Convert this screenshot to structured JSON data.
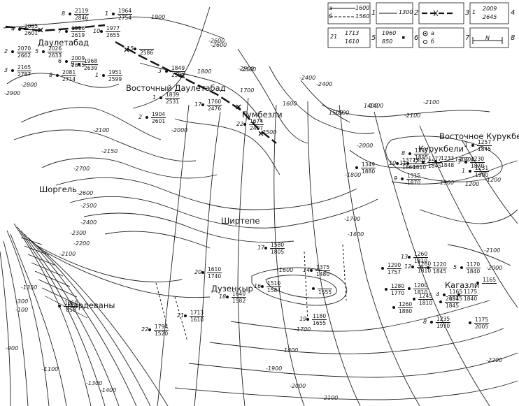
{
  "places": {
    "dauletabad": "Даулетабад",
    "east_dauletabad": "Восточный Даулетабад",
    "gumbezli": "Гумбезли",
    "east_kurukbeli": "Восточное Курукбели",
    "kurukbeli": "Курукбели",
    "shorgel": "Шоргель",
    "shirtepe": "Ширтепе",
    "duzenkyr": "Дузенкыр",
    "nardevany": "Нардеваны",
    "kagazli": "Кагазли"
  },
  "isolines": [
    {
      "id": "m2800",
      "text": "-2800"
    },
    {
      "id": "m2900",
      "text": "-2900"
    },
    {
      "id": "m2600a",
      "text": "-2600"
    },
    {
      "id": "m2500a",
      "text": "-2500"
    },
    {
      "id": "m2400a",
      "text": "-2400"
    },
    {
      "id": "m2100a",
      "text": "-2100"
    },
    {
      "id": "m2150",
      "text": "-2150"
    },
    {
      "id": "m2000a",
      "text": "-2000"
    },
    {
      "id": "m2500b",
      "text": "-2500"
    },
    {
      "id": "m2700",
      "text": "-2700"
    },
    {
      "id": "m2600b",
      "text": "-2600"
    },
    {
      "id": "m2500c",
      "text": "-2500"
    },
    {
      "id": "m2400b",
      "text": "-2400"
    },
    {
      "id": "m2300",
      "text": "-2300"
    },
    {
      "id": "m2200",
      "text": "-2200"
    },
    {
      "id": "m2100b",
      "text": "-2100"
    },
    {
      "id": "m1600",
      "text": "-1600"
    },
    {
      "id": "m1700",
      "text": "-1700"
    },
    {
      "id": "m1800",
      "text": "-1800"
    },
    {
      "id": "m1900",
      "text": "-1900"
    },
    {
      "id": "m2000b",
      "text": "-2000"
    },
    {
      "id": "m2100c",
      "text": "-2100"
    },
    {
      "id": "m2200b",
      "text": "-2200"
    },
    {
      "id": "m2100d",
      "text": "-2100"
    },
    {
      "id": "m2000c",
      "text": "-2000"
    },
    {
      "id": "m1900b",
      "text": "-1900"
    },
    {
      "id": "m1800b",
      "text": "-1800"
    },
    {
      "id": "m1700b",
      "text": "-1700"
    },
    {
      "id": "m1600b",
      "text": "-1600"
    },
    {
      "id": "m1500",
      "text": "-1500"
    },
    {
      "id": "m1400",
      "text": "-1400"
    },
    {
      "id": "m1300",
      "text": "-1300"
    },
    {
      "id": "m1200",
      "text": "-1200"
    },
    {
      "id": "m2100e",
      "text": "-2100"
    },
    {
      "id": "m1350",
      "text": "-1350"
    },
    {
      "id": "m300",
      "text": "-300"
    },
    {
      "id": "m100",
      "text": "-100"
    },
    {
      "id": "m900",
      "text": "-900"
    },
    {
      "id": "m1100",
      "text": "-1100"
    },
    {
      "id": "m1300b",
      "text": "-1300"
    },
    {
      "id": "m1400b",
      "text": "-1400"
    },
    {
      "id": "v1900",
      "text": "1900"
    },
    {
      "id": "v1800",
      "text": "1800"
    },
    {
      "id": "v1700",
      "text": "1700"
    },
    {
      "id": "v1600",
      "text": "1600"
    },
    {
      "id": "v1500",
      "text": "1500"
    },
    {
      "id": "v1400",
      "text": "1400"
    },
    {
      "id": "v1300",
      "text": "1300"
    },
    {
      "id": "v1200",
      "text": "1200"
    },
    {
      "id": "v2100",
      "text": "-2100"
    },
    {
      "id": "v2000",
      "text": "-2000"
    },
    {
      "id": "v2400",
      "text": "-2400"
    },
    {
      "id": "v2600",
      "text": "-2600"
    },
    {
      "id": "v2500",
      "text": "-2500"
    }
  ],
  "wells": [
    {
      "id": "w8",
      "num": "8",
      "top": "2119",
      "bot": "2846"
    },
    {
      "id": "w1a",
      "num": "1",
      "top": "1964",
      "bot": "2754"
    },
    {
      "id": "w4",
      "num": "4",
      "top": "2085",
      "bot": "2601"
    },
    {
      "id": "w7",
      "num": "7",
      "top": "1916",
      "bot": "2619"
    },
    {
      "id": "w10",
      "num": "10",
      "top": "1977",
      "bot": "2655"
    },
    {
      "id": "w2a",
      "num": "2",
      "top": "2070",
      "bot": "2662"
    },
    {
      "id": "w5",
      "num": "5",
      "top": "2026",
      "bot": "2633"
    },
    {
      "id": "w6",
      "num": "6",
      "top": "2009",
      "bot": "2645"
    },
    {
      "id": "w15",
      "num": "15",
      "top": "",
      "bot": "2586"
    },
    {
      "id": "w3a",
      "num": "3",
      "top": "2165",
      "bot": "2787"
    },
    {
      "id": "w9",
      "num": "9",
      "top": "1968",
      "bot": "2639"
    },
    {
      "id": "w8b",
      "num": "8",
      "top": "2081",
      "bot": "2714"
    },
    {
      "id": "w3b",
      "num": "3",
      "top": "1849",
      "bot": "2551"
    },
    {
      "id": "w1b",
      "num": "1",
      "top": "1951",
      "bot": "2599"
    },
    {
      "id": "w1c",
      "num": "1",
      "top": "1839",
      "bot": "2531"
    },
    {
      "id": "w17",
      "num": "17",
      "top": "1760",
      "bot": "2476"
    },
    {
      "id": "w22a",
      "num": "22",
      "top": "1674",
      "bot": "2407"
    },
    {
      "id": "w2b",
      "num": "2",
      "top": "1904",
      "bot": "2601"
    },
    {
      "id": "w8c",
      "num": "8",
      "top": "1337",
      "bot": "1895"
    },
    {
      "id": "w1d",
      "num": "1",
      "top": "1257",
      "bot": "1845"
    },
    {
      "id": "w10b",
      "num": "10",
      "top": "1377",
      "bot": "1860"
    },
    {
      "id": "w11",
      "num": "11",
      "top": "1301",
      "bot": "1810"
    },
    {
      "id": "w7b",
      "num": "7",
      "top": "1277",
      "bot": "1845"
    },
    {
      "id": "w2c",
      "num": "2",
      "top": "1233",
      "bot": "1848"
    },
    {
      "id": "w3c",
      "num": "3",
      "top": "1230",
      "bot": "1870"
    },
    {
      "id": "w1e",
      "num": "1",
      "top": "1231",
      "bot": "1900"
    },
    {
      "id": "w1349",
      "num": "",
      "top": "1349",
      "bot": "1880"
    },
    {
      "id": "w9b",
      "num": "9",
      "top": "1315",
      "bot": "1870"
    },
    {
      "id": "w17b",
      "num": "17",
      "top": "1580",
      "bot": "1805"
    },
    {
      "id": "w13",
      "num": "13",
      "top": "1260",
      "bot": "1810"
    },
    {
      "id": "w12",
      "num": "12",
      "top": "1260",
      "bot": "1810"
    },
    {
      "id": "w6b",
      "num": "6",
      "top": "1220",
      "bot": "1845"
    },
    {
      "id": "w5b",
      "num": "5",
      "top": "1170",
      "bot": "1840"
    },
    {
      "id": "w20",
      "num": "20",
      "top": "1610",
      "bot": "1740"
    },
    {
      "id": "w14",
      "num": "14",
      "top": "1375",
      "bot": "1480"
    },
    {
      "id": "w1555",
      "num": "",
      "top": "",
      "bot": "1555"
    },
    {
      "id": "w1290",
      "num": "",
      "top": "1290",
      "bot": "1757"
    },
    {
      "id": "w16",
      "num": "16",
      "top": "1510",
      "bot": "1584"
    },
    {
      "id": "w18",
      "num": "18",
      "top": "1640",
      "bot": "1582"
    },
    {
      "id": "w1280",
      "num": "",
      "top": "1280",
      "bot": "1770"
    },
    {
      "id": "w1200",
      "num": "",
      "top": "1200",
      "bot": "1810"
    },
    {
      "id": "w4b",
      "num": "4",
      "top": "1165",
      "bot": "1845"
    },
    {
      "id": "w1175",
      "num": "",
      "top": "1175",
      "bot": "1840"
    },
    {
      "id": "w1165",
      "num": "",
      "top": "1165",
      "bot": ""
    },
    {
      "id": "w1960",
      "num": "",
      "top": "1960",
      "bot": "850"
    },
    {
      "id": "w21",
      "num": "21",
      "top": "1713",
      "bot": "1610"
    },
    {
      "id": "w1245",
      "num": "",
      "top": "1245",
      "bot": "1810"
    },
    {
      "id": "w2051",
      "num": "",
      "top": "2051",
      "bot": "1845"
    },
    {
      "id": "w1260b",
      "num": "",
      "top": "1260",
      "bot": "1880"
    },
    {
      "id": "w19",
      "num": "19",
      "top": "1180",
      "bot": "1655"
    },
    {
      "id": "w22b",
      "num": "22",
      "top": "1794",
      "bot": "1520"
    },
    {
      "id": "w8d",
      "num": "8",
      "top": "1235",
      "bot": "1970"
    },
    {
      "id": "w1175b",
      "num": "",
      "top": "1175",
      "bot": "2005"
    }
  ],
  "legend": [
    {
      "id": "l1",
      "num": "1",
      "a": "а",
      "b": "б",
      "ta": "1600",
      "tb": "1560"
    },
    {
      "id": "l2",
      "num": "2",
      "t": "1300"
    },
    {
      "id": "l3",
      "num": "3"
    },
    {
      "id": "l4",
      "num": "4",
      "n": "1",
      "top": "2009",
      "bot": "2645"
    },
    {
      "id": "l5",
      "num": "5",
      "n": "21",
      "top": "1713",
      "bot": "1610"
    },
    {
      "id": "l6",
      "num": "6",
      "top": "1960",
      "bot": "850"
    },
    {
      "id": "l7",
      "num": "7",
      "a": "а",
      "b": "б"
    },
    {
      "id": "l8",
      "num": "8",
      "t": "N"
    }
  ],
  "colors": {
    "ink": "#111111",
    "paper": "#ffffff"
  }
}
